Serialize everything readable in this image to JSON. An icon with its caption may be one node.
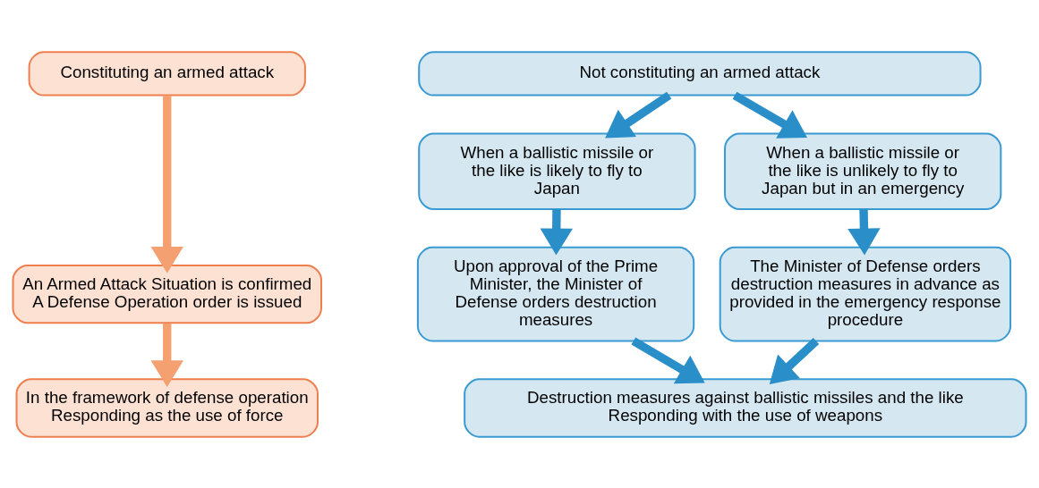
{
  "diagram": {
    "nodes": [
      {
        "text": [
          "Constituting an armed attack"
        ]
      },
      {
        "text": [
          "An Armed Attack Situation is confirmed",
          "A Defense Operation order is issued"
        ]
      },
      {
        "text": [
          "In the framework of defense operation",
          "Responding as the use of force"
        ]
      },
      {
        "text": [
          "Not constituting an armed attack"
        ]
      },
      {
        "text": [
          "When a ballistic missile or the like is likely to fly to Japan"
        ]
      },
      {
        "text": [
          "When a ballistic missile or the like is unlikely to fly to Japan but in an emergency"
        ]
      },
      {
        "text": [
          "Upon approval of the Prime Minister, the Minister of Defense orders destruction measures"
        ]
      },
      {
        "text": [
          "The Minister of Defense orders destruction measures in advance as provided in the emergency response procedure"
        ]
      },
      {
        "text": [
          "Destruction measures against ballistic missiles and the like",
          "Responding with the use of weapons"
        ]
      }
    ],
    "edges": [
      {
        "from": 0,
        "to": 1,
        "arrow": "to",
        "color": "#f4a070"
      },
      {
        "from": 1,
        "to": 2,
        "arrow": "to",
        "color": "#f4a070"
      },
      {
        "from": 3,
        "to": 4,
        "arrow": "to"
      },
      {
        "from": 3,
        "to": 5,
        "arrow": "to"
      },
      {
        "from": 4,
        "to": 6,
        "arrow": "to"
      },
      {
        "from": 5,
        "to": 7,
        "arrow": "to"
      },
      {
        "from": 6,
        "to": 8,
        "arrow": "to"
      },
      {
        "from": 7,
        "to": 8,
        "arrow": "to"
      }
    ]
  }
}
